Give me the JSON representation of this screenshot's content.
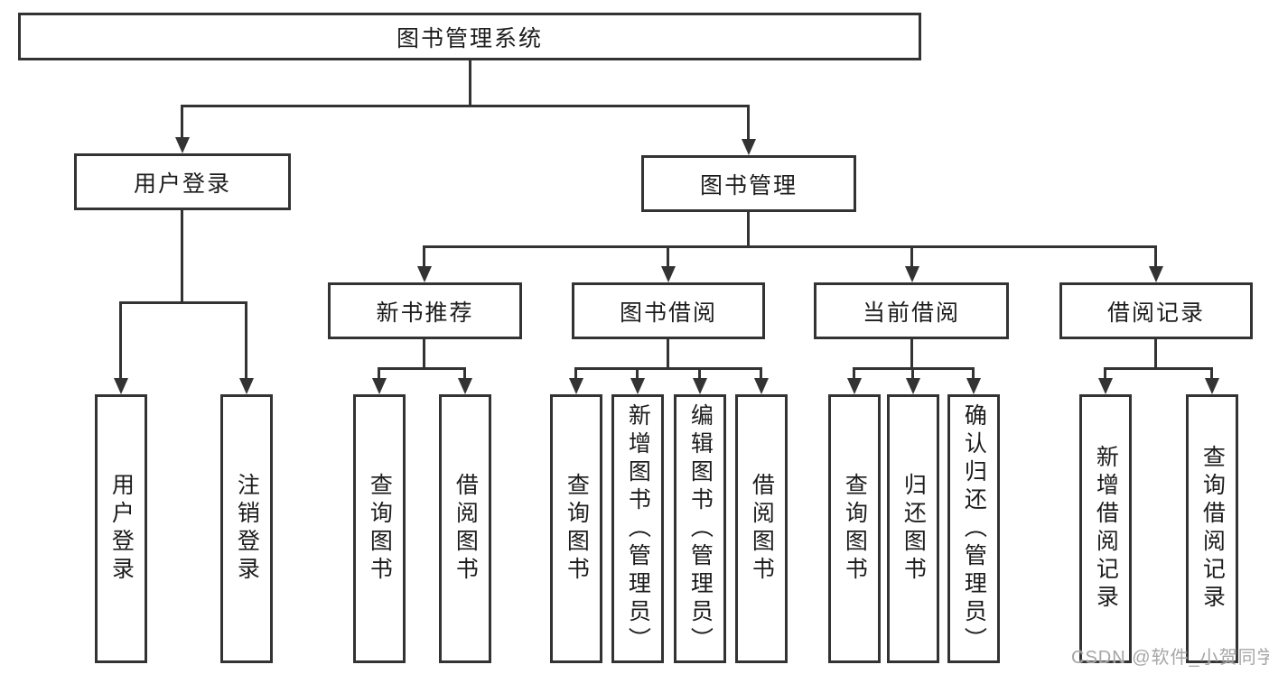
{
  "diagram": {
    "root": {
      "label": "图书管理系统"
    },
    "level2": [
      {
        "label": "用户登录"
      },
      {
        "label": "图书管理"
      }
    ],
    "level3": [
      {
        "label": "新书推荐"
      },
      {
        "label": "图书借阅"
      },
      {
        "label": "当前借阅"
      },
      {
        "label": "借阅记录"
      }
    ],
    "leaves": [
      {
        "label": "用户登录"
      },
      {
        "label": "注销登录"
      },
      {
        "label": "查询图书"
      },
      {
        "label": "借阅图书"
      },
      {
        "label": "查询图书"
      },
      {
        "label": "新增图书（管理员）"
      },
      {
        "label": "编辑图书（管理员）"
      },
      {
        "label": "借阅图书"
      },
      {
        "label": "查询图书"
      },
      {
        "label": "归还图书"
      },
      {
        "label": "确认归还（管理员）"
      },
      {
        "label": "新增借阅记录"
      },
      {
        "label": "查询借阅记录"
      }
    ]
  },
  "watermark": {
    "text": "CSDN @软件_小贺同学"
  },
  "colors": {
    "line": "#333333",
    "background": "#ffffff",
    "text": "#1c1c1c",
    "watermark": "#a6a6a6"
  }
}
